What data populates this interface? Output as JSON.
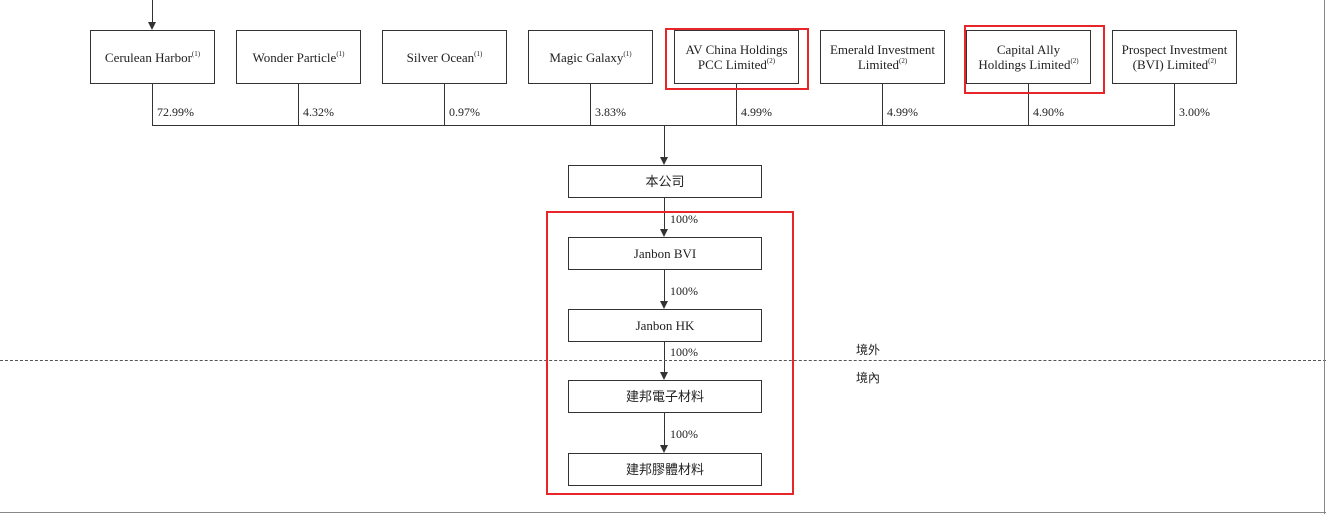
{
  "shareholders": [
    {
      "name": "Cerulean Harbor",
      "note": "(1)",
      "pct": "72.99%"
    },
    {
      "name": "Wonder Particle",
      "note": "(1)",
      "pct": "4.32%"
    },
    {
      "name": "Silver Ocean",
      "note": "(1)",
      "pct": "0.97%"
    },
    {
      "name": "Magic Galaxy",
      "note": "(1)",
      "pct": "3.83%"
    },
    {
      "name": "AV China Holdings PCC Limited",
      "note": "(2)",
      "pct": "4.99%"
    },
    {
      "name": "Emerald Investment Limited",
      "note": "(2)",
      "pct": "4.99%"
    },
    {
      "name": "Capital Ally Holdings Limited",
      "note": "(2)",
      "pct": "4.90%"
    },
    {
      "name": "Prospect Investment (BVI) Limited",
      "note": "(2)",
      "pct": "3.00%"
    }
  ],
  "chain": [
    {
      "name": "本公司"
    },
    {
      "name": "Janbon BVI",
      "pct": "100%"
    },
    {
      "name": "Janbon HK",
      "pct": "100%"
    },
    {
      "name": "建邦電子材料",
      "pct": "100%"
    },
    {
      "name": "建邦膠體材料",
      "pct": "100%"
    }
  ],
  "divider": {
    "offshore": "境外",
    "onshore": "境內"
  },
  "highlight_color": "#e8262a"
}
